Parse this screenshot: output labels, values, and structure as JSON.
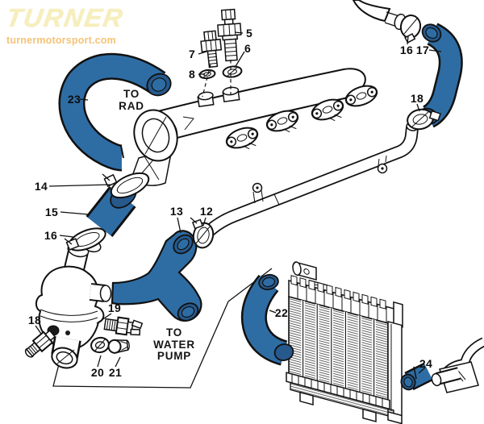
{
  "watermark": {
    "brand": "TURNER",
    "site": "turnermotorsport.com"
  },
  "annotations": {
    "to_rad": "TO\nRAD",
    "to_water_pump": "TO\nWATER\nPUMP"
  },
  "callouts": {
    "5": "5",
    "6": "6",
    "7": "7",
    "8": "8",
    "12": "12",
    "13": "13",
    "14": "14",
    "15": "15",
    "16": "16",
    "17": "17",
    "18": "18",
    "19": "19",
    "20": "20",
    "21": "21",
    "22": "22",
    "23": "23",
    "24": "24"
  },
  "colors": {
    "hose_blue": "#2e6da4",
    "hose_blue_dark": "#27598c",
    "line": "#111111",
    "watermark_yellow": "#f6eebc",
    "watermark_orange": "#f4c377"
  }
}
